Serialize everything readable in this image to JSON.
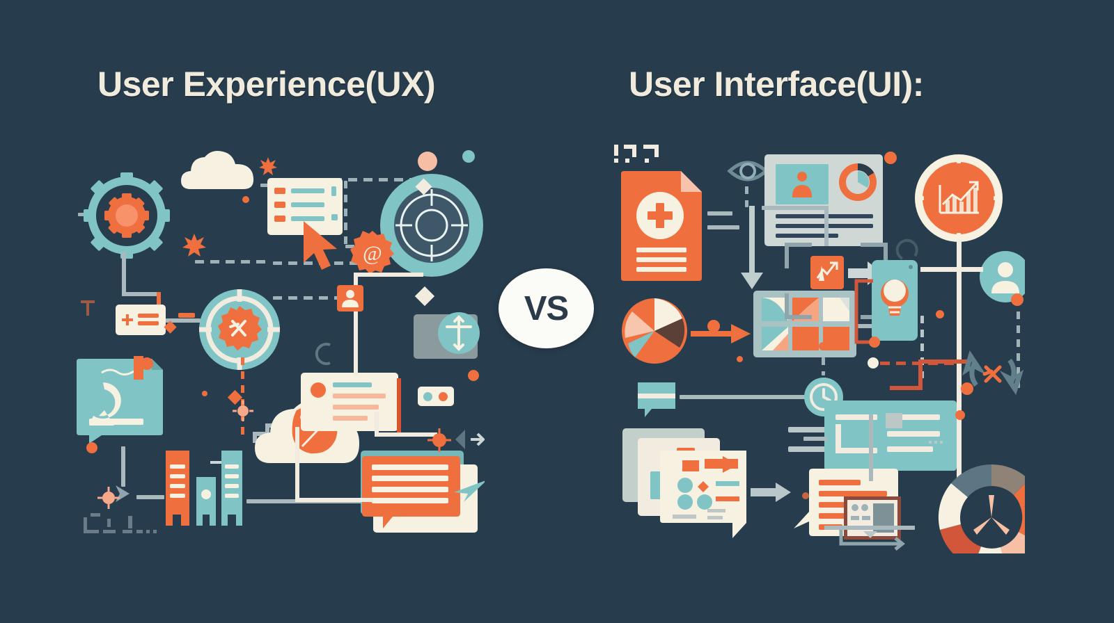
{
  "meta": {
    "layout": "two-column comparison infographic",
    "background_color": "#273c4c",
    "accent_orange": "#ef6f3e",
    "accent_teal": "#80c4c5",
    "accent_cream": "#f7f1e2",
    "accent_grey": "#a9b9bd",
    "title_color": "#f0ebdc"
  },
  "left": {
    "title": "User Experience(UX)",
    "icons": [
      "gear-icon",
      "cloud-icon",
      "checklist-card-icon",
      "cursor-arrow-icon",
      "at-symbol-badge-icon",
      "target-circle-icon",
      "crosshair-circle-icon",
      "user-avatar-square-icon",
      "refresh-speech-bubble-icon",
      "bar-buildings-icon",
      "profile-card-icon",
      "chat-bubble-icon",
      "toggle-switch-icon",
      "starburst-icon",
      "diamond-icon",
      "plus-equals-card-icon",
      "move-arrows-icon",
      "arrow-icon"
    ]
  },
  "center": {
    "vs_label": "VS"
  },
  "right": {
    "title": "User Interface(UI):",
    "icons": [
      "document-plus-icon",
      "eye-icon",
      "profile-window-icon",
      "donut-chart-card-icon",
      "growth-chart-badge-icon",
      "user-avatar-circle-icon",
      "pie-chart-icon",
      "grid-gallery-icon",
      "clock-icon",
      "phone-lightbulb-icon",
      "checkmark-chart-square-icon",
      "stacked-documents-icon",
      "chat-bubble-icon",
      "text-speech-bubble-icon",
      "donut-chart-icon",
      "settings-sync-icon",
      "sliders-icon",
      "photo-frame-icon",
      "arrow-icon"
    ]
  }
}
